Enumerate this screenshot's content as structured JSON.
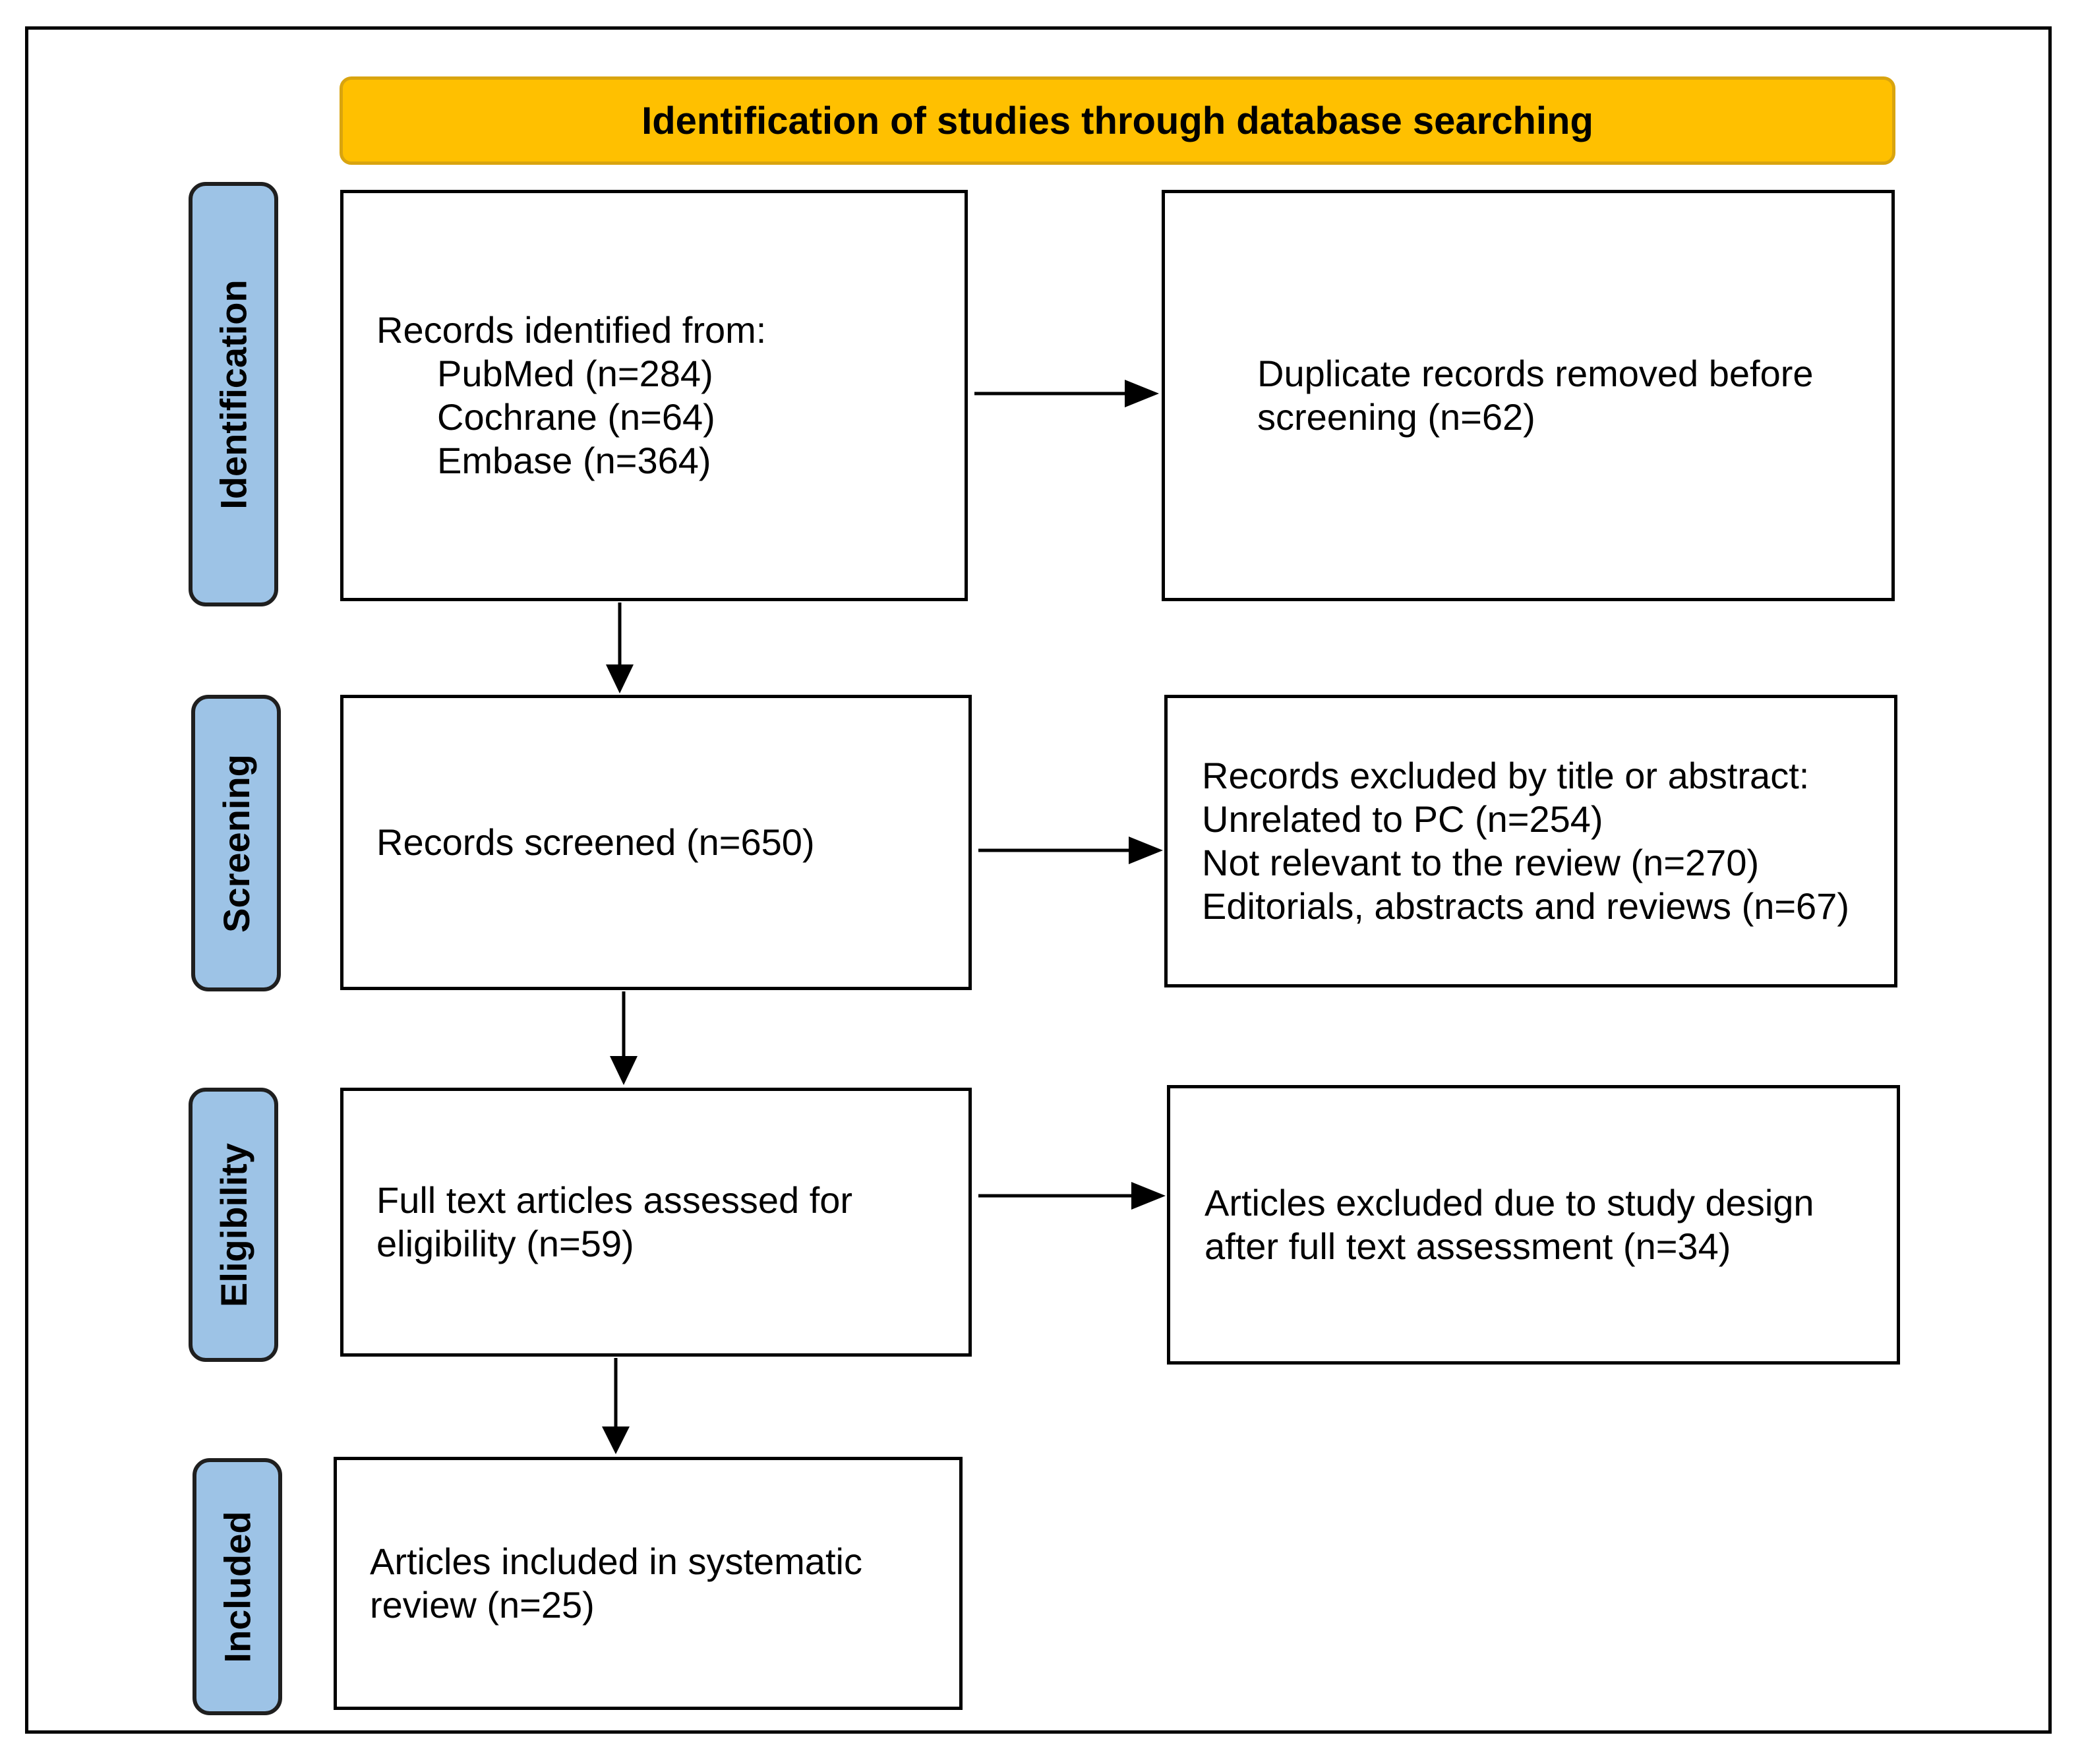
{
  "colors": {
    "header_fill": "#ffc000",
    "phase_fill": "#9dc3e6",
    "box_fill": "#ffffff",
    "line": "#000000"
  },
  "header": {
    "title": "Identification of studies through database searching"
  },
  "phases": [
    {
      "label": "Identification"
    },
    {
      "label": "Screening"
    },
    {
      "label": "Eligibility"
    },
    {
      "label": "Included"
    }
  ],
  "boxes": {
    "identified": {
      "title": "Records identified from:",
      "sources": [
        "PubMed (n=284)",
        "Cochrane (n=64)",
        "Embase (n=364)"
      ]
    },
    "duplicates": {
      "lines": [
        "Duplicate records removed before",
        "screening (n=62)"
      ]
    },
    "screened": {
      "lines": [
        "Records screened (n=650)"
      ]
    },
    "excluded_title": {
      "lines": [
        "Records excluded by title or abstract:",
        "Unrelated to PC (n=254)",
        "Not relevant to the review (n=270)",
        "Editorials, abstracts and reviews (n=67)"
      ]
    },
    "fulltext": {
      "lines": [
        "Full text articles assessed for",
        "eligibility (n=59)"
      ]
    },
    "excluded_design": {
      "lines": [
        "Articles excluded due to study design",
        "after full text assessment (n=34)"
      ]
    },
    "included": {
      "lines": [
        "Articles included in systematic",
        "review (n=25)"
      ]
    }
  }
}
